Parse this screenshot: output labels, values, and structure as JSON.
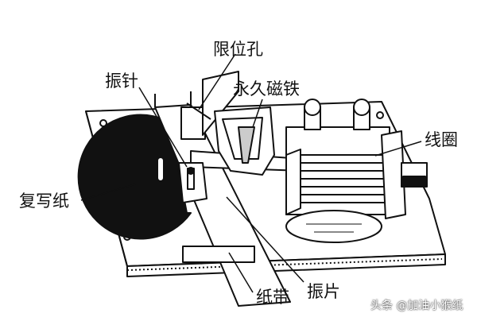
{
  "labels": {
    "limit_hole": "限位孔",
    "vibrating_needle": "振针",
    "permanent_magnet": "永久磁铁",
    "coil": "线圈",
    "carbon_paper": "复写纸",
    "paper_tape": "纸带",
    "vibrating_reed": "振片"
  },
  "watermark": "头条 @加油小猴纸",
  "colors": {
    "line": "#111111",
    "fill_dark": "#111111",
    "background": "#ffffff"
  }
}
